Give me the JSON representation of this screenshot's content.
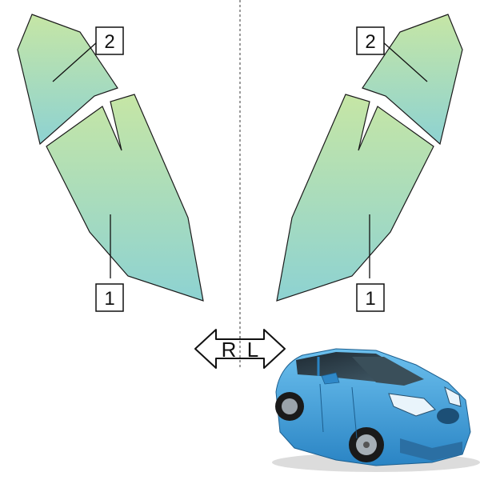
{
  "pieces": {
    "right_side": {
      "piece_1_label": "1",
      "piece_2_label": "2"
    },
    "left_side": {
      "piece_1_label": "1",
      "piece_2_label": "2"
    }
  },
  "direction": {
    "right_label": "R",
    "left_label": "L"
  },
  "colors": {
    "film_top": "#bfe3a6",
    "film_bottom": "#8fd3cf",
    "outline": "#1a1a1a",
    "car_body": "#3d9bd6",
    "divider": "#555555"
  },
  "icons": {
    "vehicle": "blue-hatchback-car-icon"
  }
}
